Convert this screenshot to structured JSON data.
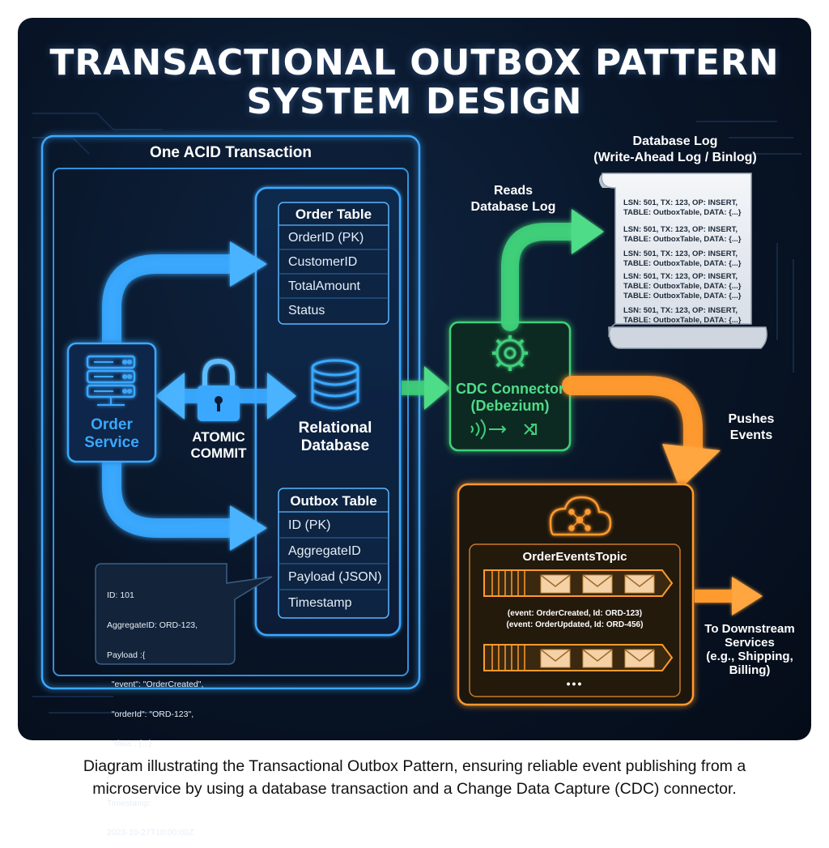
{
  "title": {
    "line1": "TRANSACTIONAL OUTBOX PATTERN",
    "line2": "SYSTEM DESIGN"
  },
  "transaction": {
    "label": "One ACID Transaction"
  },
  "order_service": {
    "line1": "Order",
    "line2": "Service",
    "icon": "server-icon"
  },
  "atomic_commit": {
    "line1": "ATOMIC",
    "line2": "COMMIT",
    "icon": "lock-icon"
  },
  "relational_db": {
    "line1": "Relational",
    "line2": "Database",
    "icon": "database-icon"
  },
  "order_table": {
    "title": "Order Table",
    "fields": [
      "OrderID (PK)",
      "CustomerID",
      "TotalAmount",
      "Status"
    ]
  },
  "outbox_table": {
    "title": "Outbox Table",
    "fields": [
      "ID (PK)",
      "AggregateID",
      "Payload (JSON)",
      "Timestamp"
    ]
  },
  "payload_example": {
    "lines": [
      "ID: 101",
      "AggregateID: ORD-123,",
      "Payload :{",
      "  \"event\": \"OrderCreated\",",
      "  \"orderId\": \"ORD-123\",",
      "  \"data\": {...}",
      "},",
      "Timestamp:",
      "2023-10-27T10:00:00Z"
    ]
  },
  "reads_label": {
    "line1": "Reads",
    "line2": "Database Log"
  },
  "db_log": {
    "title_line1": "Database Log",
    "title_line2": "(Write-Ahead Log / Binlog)",
    "entries": [
      {
        "a": "LSN: 501, TX: 123, OP: INSERT,",
        "b": "TABLE: OutboxTable, DATA: {...}"
      },
      {
        "a": "LSN: 501, TX: 123, OP: INSERT,",
        "b": "TABLE: OutboxTable, DATA: {...}"
      },
      {
        "a": "LSN: 501, TX: 123, OP: INSERT,",
        "b": "TABLE: OutboxTable, DATA: {...}"
      },
      {
        "a": "LSN: 501, TX: 123, OP: INSERT,",
        "b": "TABLE: OutboxTable, DATA: {...}",
        "c": "TABLE: OutboxTable, DATA: {...}"
      },
      {
        "a": "LSN: 501, TX: 123, OP: INSERT,",
        "b": "TABLE: OutboxTable, DATA: {...}"
      }
    ]
  },
  "cdc": {
    "line1": "CDC Connector",
    "line2": "(Debezium)",
    "icon": "gear-icon"
  },
  "pushes_label": {
    "line1": "Pushes",
    "line2": "Events"
  },
  "broker": {
    "icon": "cloud-network-icon",
    "topic": "OrderEventsTopic",
    "event1": "(event: OrderCreated, Id: ORD-123)",
    "event2": "(event: OrderUpdated, Id: ORD-456)",
    "more": "•••"
  },
  "downstream": {
    "line1": "To Downstream",
    "line2": "Services",
    "line3": "(e.g., Shipping,",
    "line4": "Billing)"
  },
  "caption": {
    "line1": "Diagram illustrating the Transactional Outbox Pattern, ensuring reliable event publishing from a",
    "line2": "microservice by using a database transaction and a Change Data Capture (CDC) connector."
  },
  "colors": {
    "blue": "#3aa8ff",
    "green": "#3fd07a",
    "orange": "#ff9a2e",
    "panel": "#081426"
  }
}
